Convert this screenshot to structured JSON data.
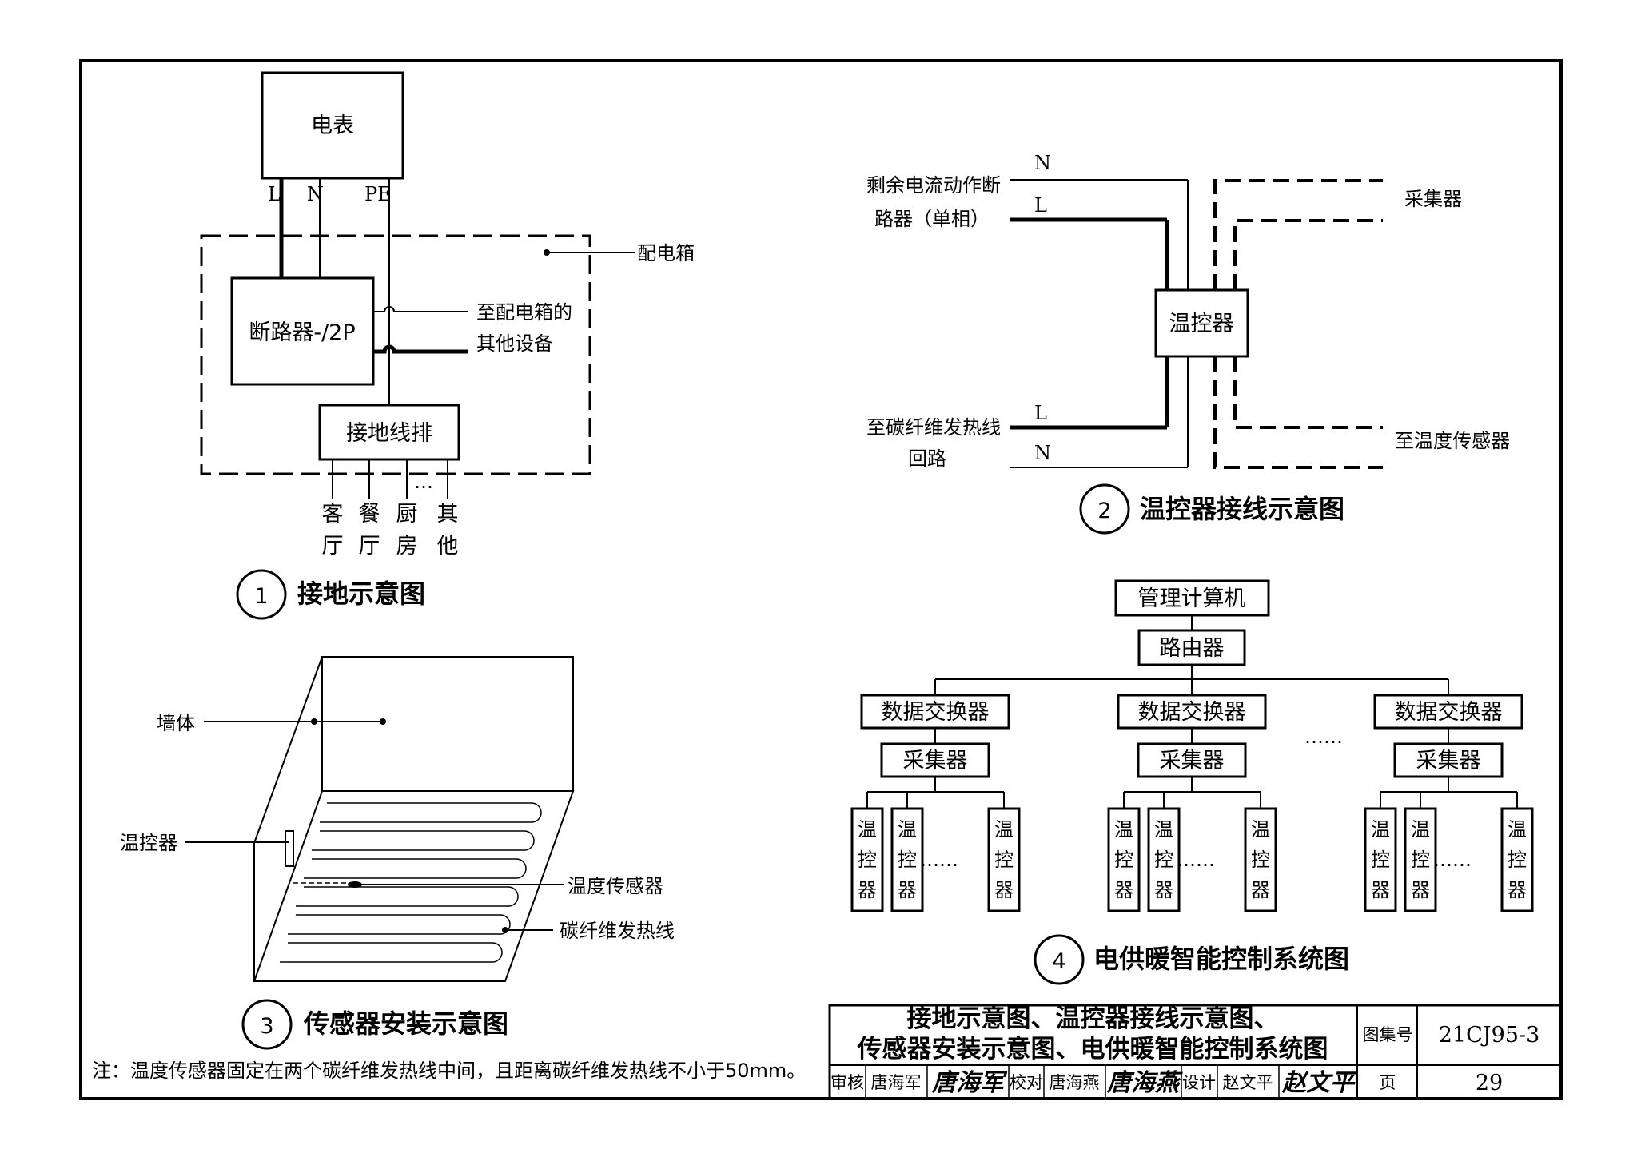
{
  "fig1": {
    "meter": "电表",
    "L": "L",
    "N": "N",
    "PE": "PE",
    "breaker": "断路器-/2P",
    "box_label": "配电箱",
    "other_line1": "至配电箱的",
    "other_line2": "其他设备",
    "ground_bar": "接地线排",
    "dots": "…",
    "rooms": [
      [
        "客",
        "厅"
      ],
      [
        "餐",
        "厅"
      ],
      [
        "厨",
        "房"
      ],
      [
        "其",
        "他"
      ]
    ],
    "num": "1",
    "title": "接地示意图"
  },
  "fig2": {
    "N": "N",
    "L": "L",
    "rcd_line1": "剩余电流动作断",
    "rcd_line2": "路器（单相）",
    "thermostat": "温控器",
    "collector": "采集器",
    "heat_line1": "至碳纤维发热线",
    "heat_line2": "回路",
    "sensor": "至温度传感器",
    "num": "2",
    "title": "温控器接线示意图"
  },
  "fig3": {
    "wall": "墙体",
    "thermostat": "温控器",
    "sensor": "温度传感器",
    "cable": "碳纤维发热线",
    "num": "3",
    "title": "传感器安装示意图"
  },
  "fig4": {
    "computer": "管理计算机",
    "router": "路由器",
    "switch": "数据交换器",
    "collector": "采集器",
    "thermo_chars": [
      "温",
      "控",
      "器"
    ],
    "ellipsis": "……",
    "num": "4",
    "title": "电供暖智能控制系统图"
  },
  "note": "注：温度传感器固定在两个碳纤维发热线中间，且距离碳纤维发热线不小于50mm。",
  "title_block": {
    "title_line1": "接地示意图、温控器接线示意图、",
    "title_line2": "传感器安装示意图、电供暖智能控制系统图",
    "atlas_label": "图集号",
    "atlas_no": "21CJ95-3",
    "review_label": "审核",
    "reviewer": "唐海军",
    "reviewer_sig": "唐海军",
    "check_label": "校对",
    "checker": "唐海燕",
    "checker_sig": "唐海燕",
    "design_label": "设计",
    "designer": "赵文平",
    "designer_sig": "赵文平",
    "page_label": "页",
    "page_no": "29"
  }
}
